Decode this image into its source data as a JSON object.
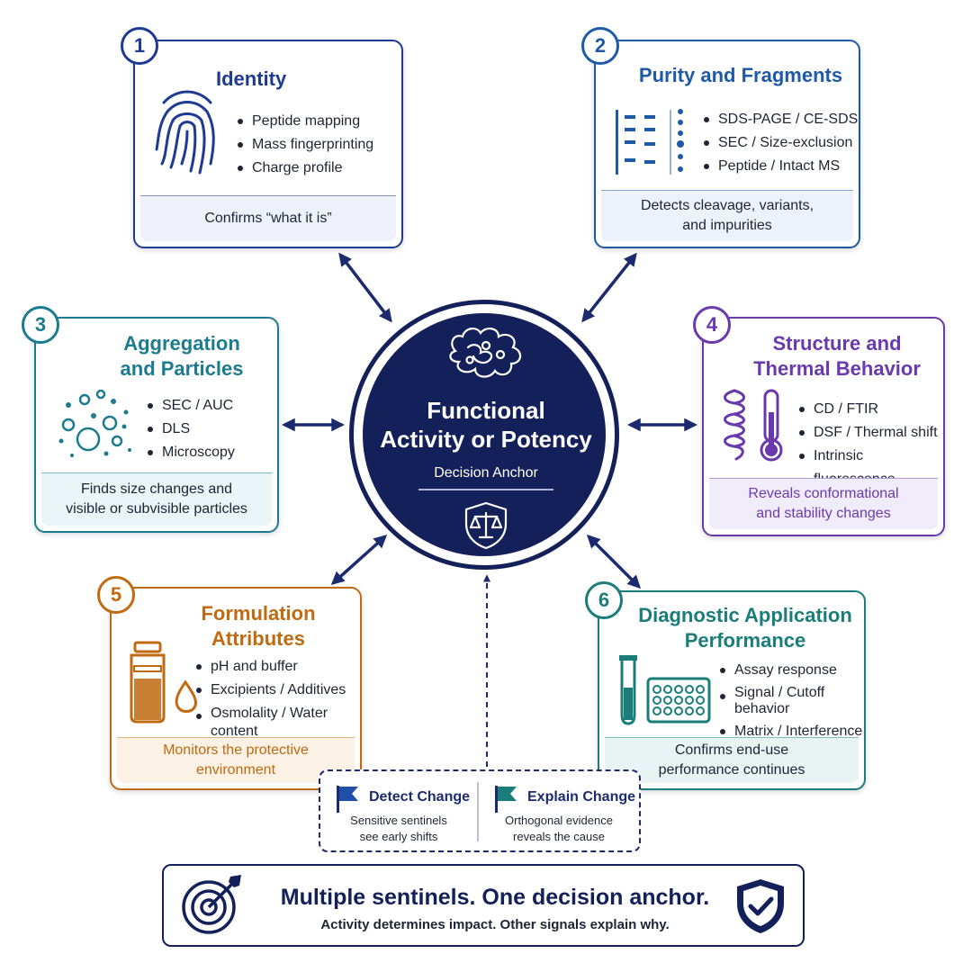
{
  "hub": {
    "title": "Functional\nActivity or Potency",
    "subtitle": "Decision Anchor"
  },
  "cards": {
    "identity": {
      "number": "1",
      "title": "Identity",
      "bullets": [
        "Peptide mapping",
        "Mass fingerprinting",
        "Charge profile"
      ],
      "footer": "Confirms “what it is”",
      "color": "#1f3a93"
    },
    "purity": {
      "number": "2",
      "title": "Purity and Fragments",
      "bullets": [
        "SDS-PAGE / CE-SDS",
        "SEC / Size-exclusion",
        "Peptide / Intact MS"
      ],
      "footer": "Detects cleavage, variants,\nand impurities",
      "color": "#1f5aa6"
    },
    "aggregation": {
      "number": "3",
      "title": "Aggregation\nand Particles",
      "bullets": [
        "SEC / AUC",
        "DLS",
        "Microscopy"
      ],
      "footer": "Finds size changes and\nvisible or subvisible particles",
      "color": "#1d7b8f"
    },
    "structure": {
      "number": "4",
      "title": "Structure and\nThermal Behavior",
      "bullets": [
        "CD / FTIR",
        "DSF / Thermal shift",
        "Intrinsic fluorescence"
      ],
      "footer": "Reveals conformational\nand stability changes",
      "color": "#6a3aad"
    },
    "formulation": {
      "number": "5",
      "title": "Formulation\nAttributes",
      "bullets": [
        "pH and buffer",
        "Excipients / Additives",
        "Osmolality / Water\ncontent"
      ],
      "footer": "Monitors the protective\nenvironment",
      "color": "#c06a12"
    },
    "diagnostic": {
      "number": "6",
      "title": "Diagnostic Application\nPerformance",
      "bullets": [
        "Assay response",
        "Signal / Cutoff\nbehavior",
        "Matrix / Interference"
      ],
      "footer": "Confirms end-use\nperformance continues",
      "color": "#1a7d7a"
    }
  },
  "detect": {
    "title": "Detect Change",
    "text": "Sensitive sentinels\nsee early shifts"
  },
  "explain": {
    "title": "Explain Change",
    "text": "Orthogonal evidence\nreveals the cause"
  },
  "banner": {
    "title": "Multiple sentinels. One decision anchor.",
    "subtitle": "Activity determines impact.  Other signals explain why."
  },
  "colors": {
    "navy": "#14205a",
    "arrow": "#1c2a6e"
  }
}
